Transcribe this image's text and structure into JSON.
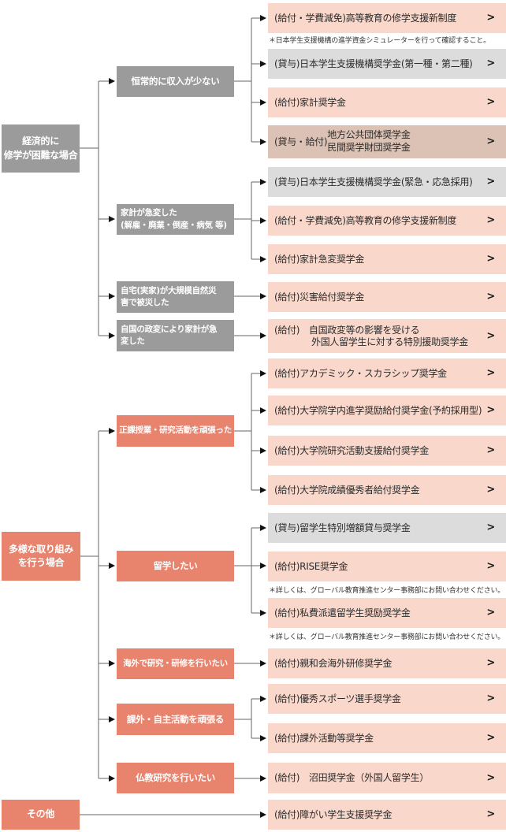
{
  "ui": {
    "chevron": ">"
  },
  "colors": {
    "accent_red": "#e8836e",
    "mid_gray": "#9b9b9b",
    "item_pink": "#f9d8cb",
    "item_gray": "#dcdcdc",
    "item_tan": "#dcc2b5",
    "line": "#666666"
  },
  "left_column": {
    "nodes": [
      {
        "lines": [
          "経済的に",
          "修学が困難な場合"
        ]
      },
      {
        "lines": [
          "多様な取り組み",
          "を行う場合"
        ]
      },
      {
        "lines": [
          "その他"
        ]
      }
    ]
  },
  "mid_column": {
    "nodes": [
      {
        "lines": [
          "恒常的に収入が少ない"
        ]
      },
      {
        "lines": [
          "家計が急変した",
          "(解雇・廃業・倒産・病気 等)"
        ]
      },
      {
        "lines": [
          "自宅(実家)が大規模自然災",
          "害で被災した"
        ]
      },
      {
        "lines": [
          "自国の政変により家計が急",
          "変した"
        ]
      },
      {
        "lines": [
          "正課授業・研究活動を頑張った"
        ]
      },
      {
        "lines": [
          "留学したい"
        ]
      },
      {
        "lines": [
          "海外で研究・研修を行いたい"
        ]
      },
      {
        "lines": [
          "課外・自主活動を頑張る"
        ]
      },
      {
        "lines": [
          "仏教研究を行いたい"
        ]
      }
    ]
  },
  "right_column": {
    "rows": [
      {
        "label": "(給付・学費減免)高等教育の修学支援新制度"
      },
      {
        "label": "(貸与)日本学生支援機構奨学金(第一種・第二種)"
      },
      {
        "label": "(給付)家計奨学金"
      },
      {
        "prefix": "(貸与・給付)",
        "lines": [
          "地方公共団体奨学金",
          "民間奨学財団奨学金"
        ]
      },
      {
        "label": "(貸与)日本学生支援機構奨学金(緊急・応急採用)"
      },
      {
        "label": "(給付・学費減免)高等教育の修学支援新制度"
      },
      {
        "label": "(給付)家計急変奨学金"
      },
      {
        "label": "(給付)災害給付奨学金"
      },
      {
        "lines": [
          "(給付)　自国政変等の影響を受ける",
          "外国人留学生に対する特別援助奨学金"
        ]
      },
      {
        "label": "(給付)アカデミック・スカラシップ奨学金"
      },
      {
        "label": "(給付)大学院学内進学奨励給付奨学金(予約採用型)"
      },
      {
        "label": "(給付)大学院研究活動支援給付奨学金"
      },
      {
        "label": "(給付)大学院成績優秀者給付奨学金"
      },
      {
        "label": "(貸与)留学生特別増額貸与奨学金"
      },
      {
        "label": "(給付)RISE奨学金"
      },
      {
        "label": "(給付)私費派遣留学生奨励奨学金"
      },
      {
        "label": "(給付)親和会海外研修奨学金"
      },
      {
        "label": "(給付)優秀スポーツ選手奨学金"
      },
      {
        "label": "(給付)課外活動等奨学金"
      },
      {
        "label": "(給付)　沼田奨学金（外国人留学生）"
      },
      {
        "label": "(給付)障がい学生支援奨学金"
      }
    ],
    "notes": [
      {
        "text": "＊日本学生支援機構の進学資金シミュレーターを行って確認すること。"
      },
      {
        "text": "＊詳しくは、グローバル教育推進センター事務部にお問い合わせください。"
      },
      {
        "text": "＊詳しくは、グローバル教育推進センター事務部にお問い合わせください。"
      }
    ]
  }
}
